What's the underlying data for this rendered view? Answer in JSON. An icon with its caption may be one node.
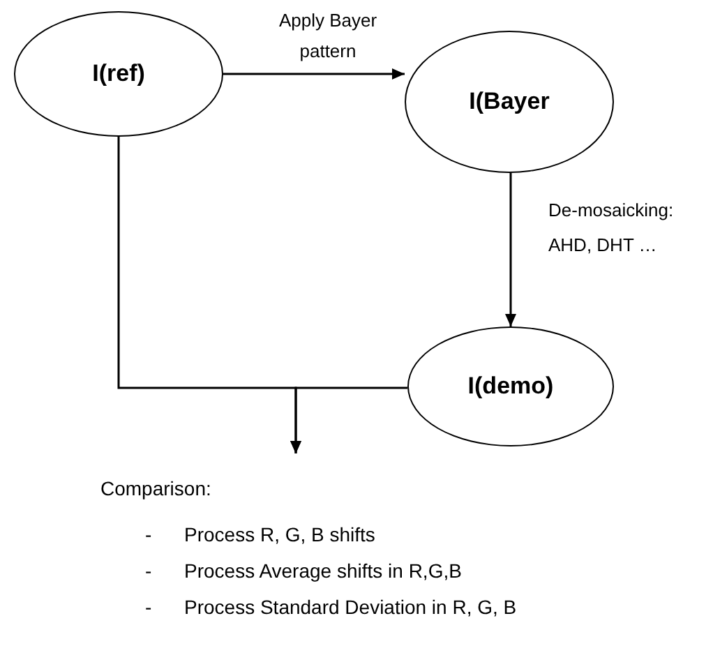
{
  "diagram": {
    "nodes": [
      {
        "text": [
          "I(ref)"
        ]
      },
      {
        "text": [
          "I(Bayer"
        ]
      },
      {
        "text": [
          "I(demo)"
        ]
      },
      {
        "text": [
          "Comparison:"
        ]
      }
    ],
    "edges": [
      {
        "from": 0,
        "to": 1,
        "arrow": "to",
        "label": "Apply Bayer pattern"
      },
      {
        "from": 1,
        "to": 2,
        "arrow": "to",
        "label": "De-mosaicking: AHD, DHT …"
      },
      {
        "from": 0,
        "to": 3,
        "arrow": "to"
      },
      {
        "from": 2,
        "to": 3,
        "arrow": "to"
      }
    ],
    "labels": [
      "-",
      "Process R, G, B shifts",
      "-",
      "Process Average shifts in R,G,B",
      "-",
      "Process Standard Deviation in R, G, B"
    ]
  }
}
